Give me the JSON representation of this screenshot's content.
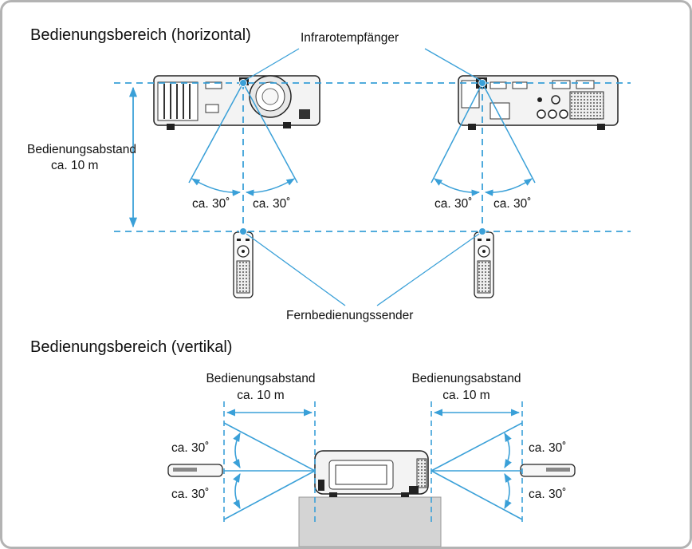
{
  "sections": {
    "horizontal_title": "Bedienungsbereich (horizontal)",
    "vertical_title": "Bedienungsbereich (vertikal)"
  },
  "labels": {
    "receiver": "Infrarotempfänger",
    "transmitter": "Fernbedienungssender",
    "distance_line1": "Bedienungsabstand",
    "distance_line2": "ca. 10 m",
    "angle": "ca. 30˚"
  },
  "colors": {
    "guide": "#3aa0d8",
    "frame": "#b3b3b3",
    "table": "#d4d4d4"
  }
}
